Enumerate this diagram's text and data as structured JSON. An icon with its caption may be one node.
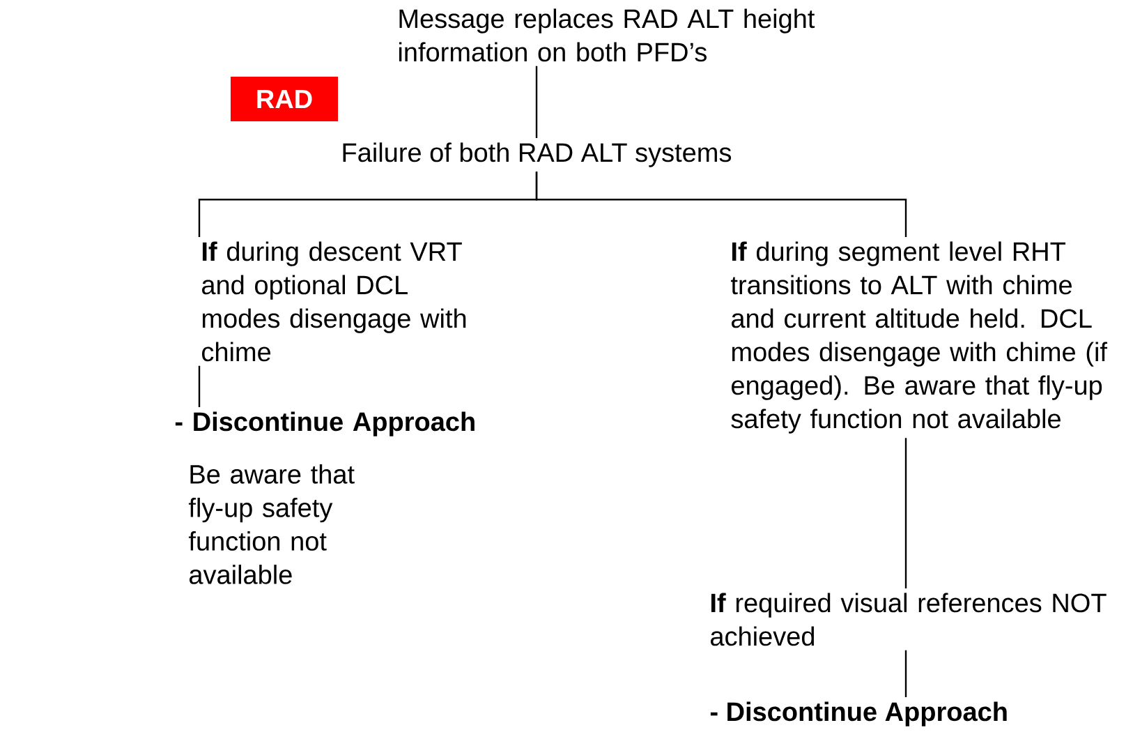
{
  "diagram": {
    "nodes": [
      {
        "text": [
          "RAD"
        ]
      },
      {
        "text": [
          "Message replaces RAD ALT height information on both PFD’s"
        ]
      },
      {
        "text": [
          "Failure of both RAD ALT systems"
        ]
      },
      {
        "text": [
          "**If** during descent VRT and optional DCL modes disengage with chime"
        ]
      },
      {
        "text": [
          "- Discontinue Approach",
          "Be aware that fly-up safety function not available"
        ]
      },
      {
        "text": [
          "**If** during segment level RHT transitions to ALT with chime and current altitude held. DCL modes disengage with chime (if engaged). Be aware that fly-up safety function not available"
        ]
      },
      {
        "text": [
          "**If** required visual references NOT achieved"
        ]
      },
      {
        "text": [
          "- Discontinue Approach"
        ]
      }
    ],
    "edges": [
      {
        "from": 1,
        "to": 2,
        "arrow": "none"
      },
      {
        "from": 2,
        "to": 3,
        "arrow": "none"
      },
      {
        "from": 2,
        "to": 5,
        "arrow": "none"
      },
      {
        "from": 3,
        "to": 4,
        "arrow": "none"
      },
      {
        "from": 5,
        "to": 6,
        "arrow": "none"
      },
      {
        "from": 6,
        "to": 7,
        "arrow": "none"
      }
    ]
  }
}
